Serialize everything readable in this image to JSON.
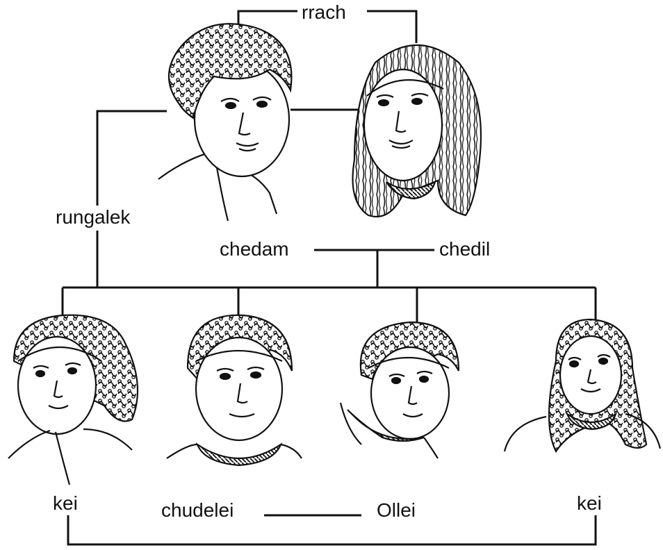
{
  "labels": {
    "rrach": "rrach",
    "rungalek": "rungalek",
    "chedam": "chedam",
    "chedil": "chedil",
    "kei_left": "kei",
    "chudelei": "chudelei",
    "ollei": "Ollei",
    "kei_right": "kei"
  },
  "colors": {
    "ink": "#111111",
    "background": "#ffffff"
  }
}
